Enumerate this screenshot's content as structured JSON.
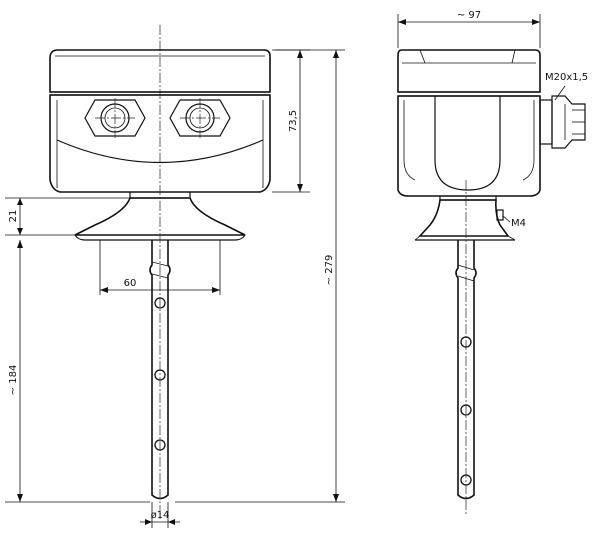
{
  "dimensions": {
    "housing_height": "73,5",
    "flange_height": "21",
    "flange_width": "60",
    "total_height": "~ 279",
    "stem_length": "~ 184",
    "stem_diameter": "ø14",
    "side_width": "~ 97",
    "gland_thread": "M20x1,5",
    "screw": "M4"
  },
  "colors": {
    "line": "#111111",
    "background": "#ffffff"
  }
}
